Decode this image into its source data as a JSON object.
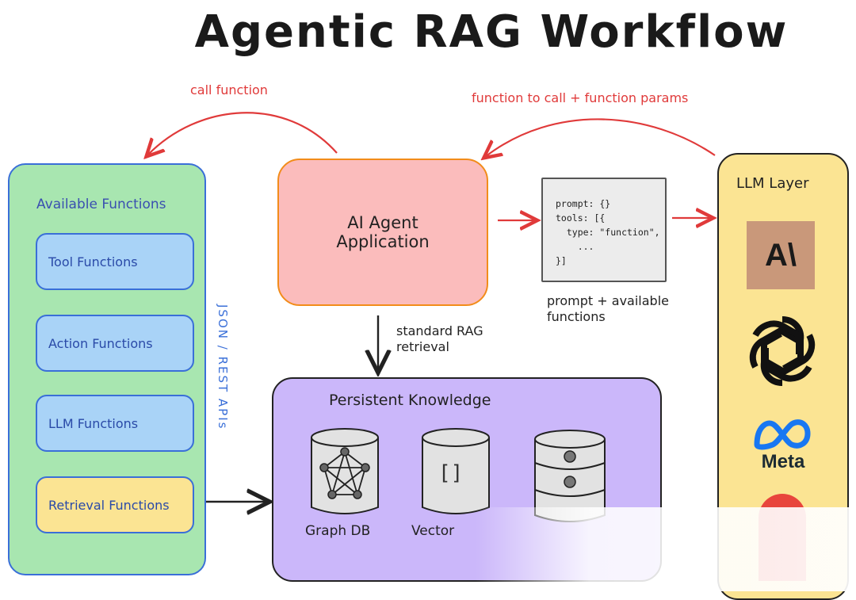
{
  "title": "Agentic RAG Workflow",
  "labels": {
    "call_function": "call function",
    "function_to_call": "function to call + function params",
    "standard_rag_line1": "standard RAG",
    "standard_rag_line2": "retrieval",
    "prompt_caption_line1": "prompt + available",
    "prompt_caption_line2": "functions",
    "json_rest": "JSON / REST APIs"
  },
  "available_functions": {
    "title": "Available Functions",
    "items": [
      {
        "label": "Tool Functions"
      },
      {
        "label": "Action Functions"
      },
      {
        "label": "LLM Functions"
      },
      {
        "label": "Retrieval Functions"
      }
    ]
  },
  "agent": {
    "line1": "AI Agent",
    "line2": "Application"
  },
  "prompt_code": "prompt: {}\ntools: [{\n  type: \"function\",\n    ...\n}]",
  "knowledge": {
    "title": "Persistent Knowledge",
    "stores": [
      {
        "label": "Graph DB",
        "icon": "graph-icon"
      },
      {
        "label": "Vector",
        "icon": "brackets-icon",
        "glyph": "[]"
      },
      {
        "label": "",
        "icon": "database-icon"
      }
    ]
  },
  "llm_layer": {
    "title": "LLM Layer",
    "providers": [
      {
        "name": "anthropic",
        "icon": "anthropic-logo",
        "glyph": "A\\"
      },
      {
        "name": "openai",
        "icon": "openai-logo"
      },
      {
        "name": "Meta",
        "icon": "meta-logo"
      },
      {
        "name": "google",
        "icon": "red-logo"
      }
    ]
  },
  "colors": {
    "arrow_red": "#e03a3a",
    "functions_panel": "#a8e6b0",
    "function_box": "#a9d3f7",
    "retrieval_box": "#fbe493",
    "agent_box": "#fbbcbc",
    "knowledge_panel": "#cbb7fa",
    "llm_panel": "#fbe493"
  }
}
